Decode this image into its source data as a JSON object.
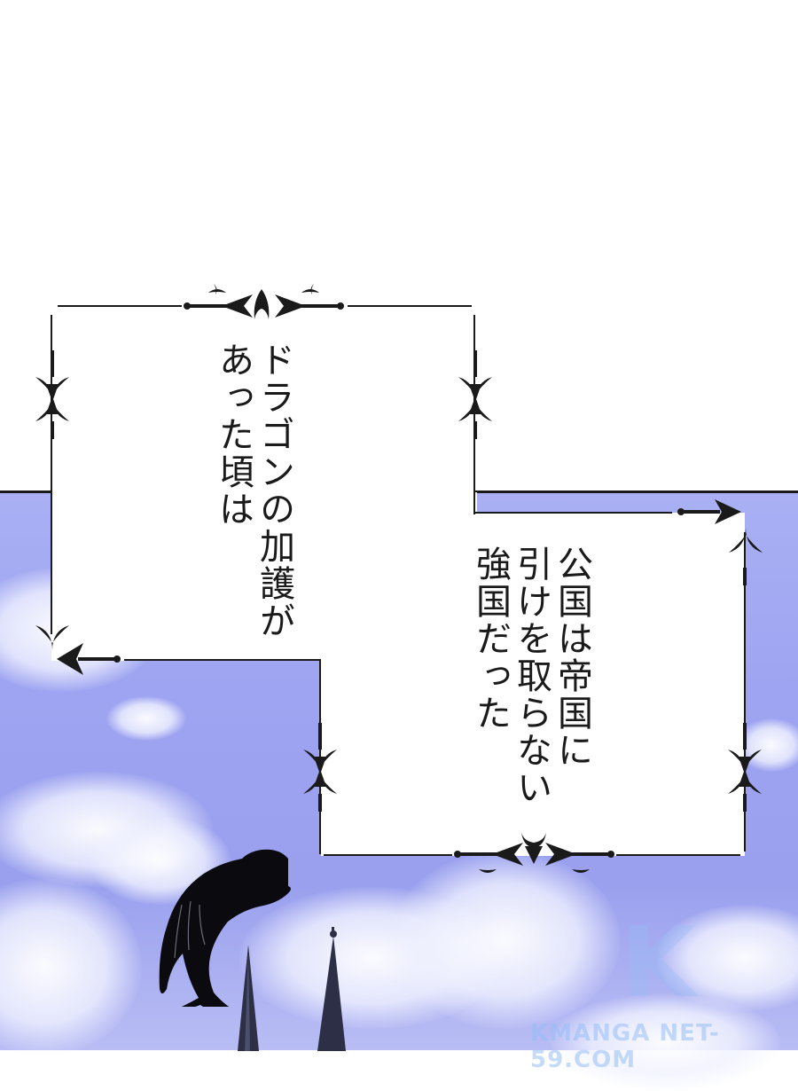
{
  "scene": {
    "background_top": "#ffffff",
    "sky_color": "#9ea4f1",
    "border_color": "#1a1a1a"
  },
  "narration_box_1": {
    "lines": [
      "ドラゴンの加護が",
      "あった頃は"
    ]
  },
  "narration_box_2": {
    "lines": [
      "公国は帝国に",
      "引けを取らない",
      "強国だった"
    ]
  },
  "illustration": {
    "subject": "dragon-silhouette perched on church spire",
    "spires": 2
  },
  "watermark": {
    "logo": "K",
    "text": "KMANGA NET-59.COM"
  }
}
